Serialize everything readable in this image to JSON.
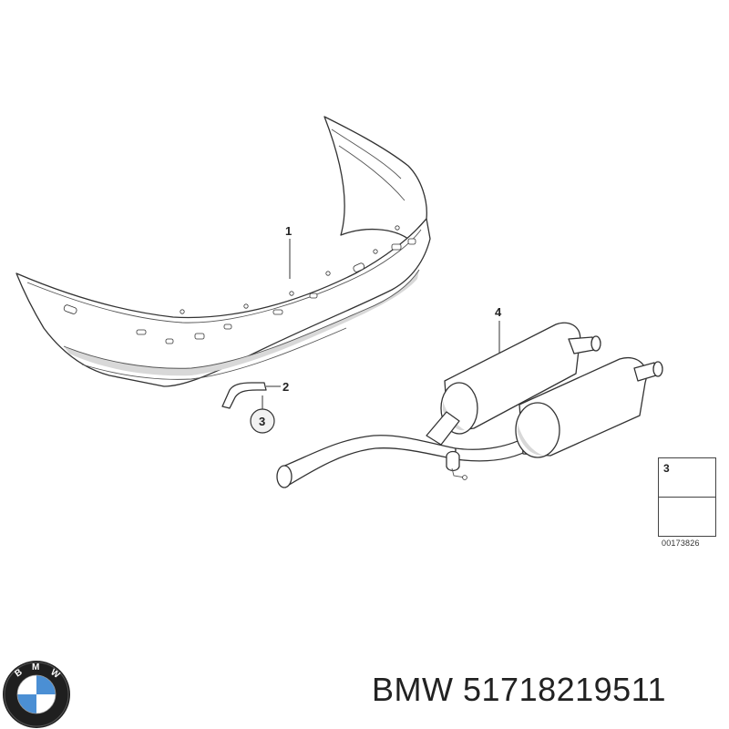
{
  "callouts": {
    "bumper": "1",
    "bracket": "2",
    "rivet_circle": "3",
    "muffler": "4"
  },
  "reference_box": {
    "part_number": "3",
    "icons": [
      "rivet-icon",
      "arrow-left-icon"
    ]
  },
  "diagram_code": "00173826",
  "footer": {
    "brand": "BMW",
    "part_number": "51718219511",
    "text": "BMW 51718219511"
  },
  "logo": {
    "letters": [
      "B",
      "M",
      "W"
    ],
    "colors": {
      "ring": "#1f1f1f",
      "blue": "#4b8fd4",
      "white": "#ffffff"
    }
  }
}
